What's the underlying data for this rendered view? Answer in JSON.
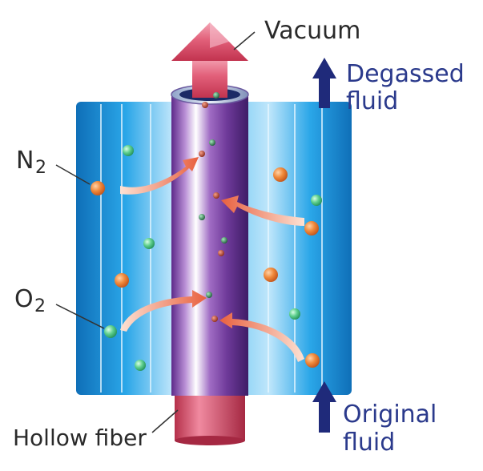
{
  "labels": {
    "vacuum": "Vacuum",
    "degassed_line1": "Degassed",
    "degassed_line2": "fluid",
    "n2_base": "N",
    "n2_sub": "2",
    "o2_base": "O",
    "o2_sub": "2",
    "hollow_fiber": "Hollow fiber",
    "original_line1": "Original",
    "original_line2": "fluid"
  },
  "colors": {
    "fluid_block": "#1a8fd6",
    "fiber_purple": "#8a3fa8",
    "vacuum_arrow": "#d9475f",
    "flow_arrow": "#1f2a7a",
    "label_blue": "#2b3a8c",
    "n2_bubble": "#e8742e",
    "o2_bubble": "#3dbf7a",
    "transfer_arrow": "#e96a4e"
  },
  "icons": {
    "vacuum_arrow": "up-arrow-icon",
    "degassed_arrow": "up-arrow-icon",
    "original_arrow": "up-arrow-icon"
  }
}
